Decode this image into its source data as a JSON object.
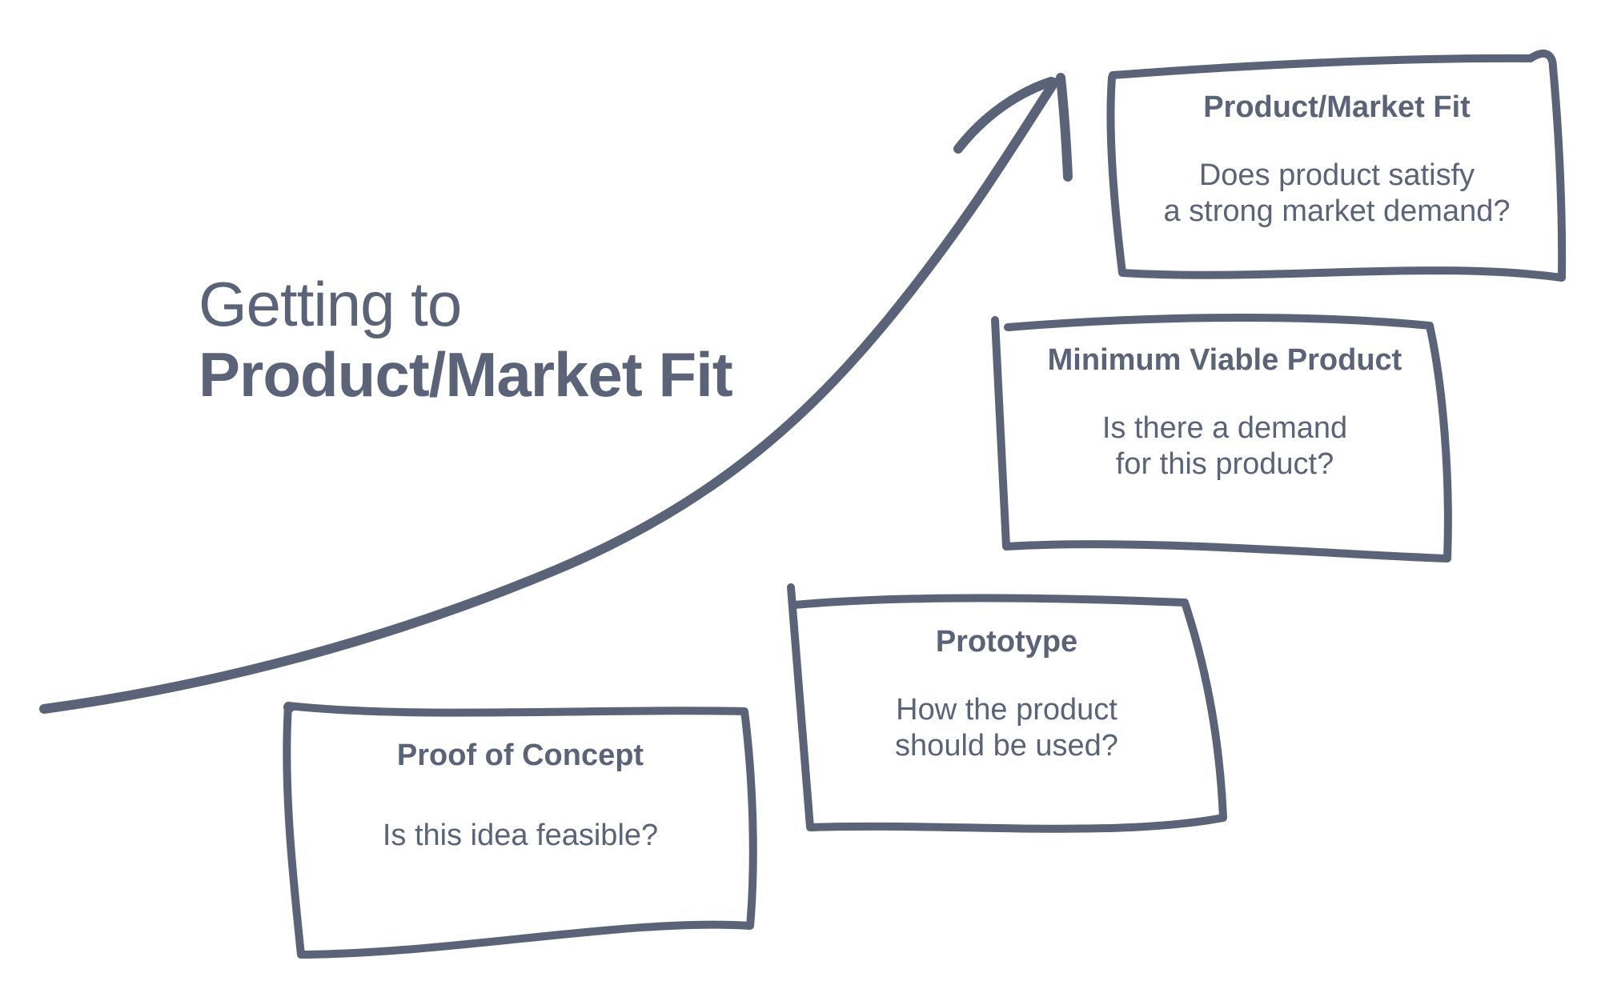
{
  "colors": {
    "ink": "#5a6378",
    "background": "#ffffff"
  },
  "heading": {
    "line1": "Getting to",
    "line2": "Product/Market Fit"
  },
  "cards": [
    {
      "id": "proof-of-concept",
      "title": "Proof of Concept",
      "body_lines": [
        "Is this idea feasible?"
      ]
    },
    {
      "id": "prototype",
      "title": "Prototype",
      "body_lines": [
        "How the product",
        "should be used?"
      ]
    },
    {
      "id": "minimum-viable-product",
      "title": "Minimum Viable Product",
      "body_lines": [
        "Is there a demand",
        "for this product?"
      ]
    },
    {
      "id": "product-market-fit",
      "title": "Product/Market Fit",
      "body_lines": [
        "Does product satisfy",
        "a strong market demand?"
      ]
    }
  ],
  "shapes": {
    "growth_curve": "hand-drawn exponential growth curve",
    "arrowhead": "hand-drawn arrowhead at curve tip"
  }
}
